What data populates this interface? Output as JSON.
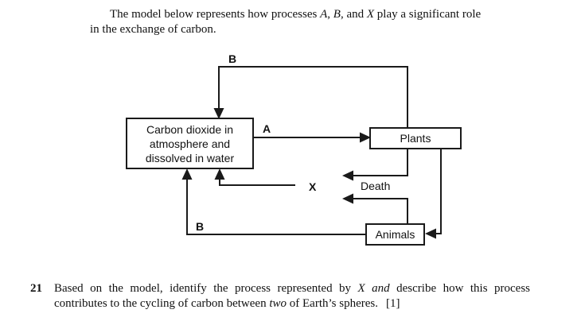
{
  "colors": {
    "ink": "#111111",
    "paper": "#ffffff"
  },
  "intro": {
    "line1_seg1": "The model below represents how processes ",
    "line1_seg2": "A",
    "line1_seg3": ", ",
    "line1_seg4": "B",
    "line1_seg5": ", and ",
    "line1_seg6": "X",
    "line1_seg7": " play a significant role",
    "line2": "in the exchange of carbon."
  },
  "diagram": {
    "boxes": {
      "co2": "Carbon dioxide in atmosphere and dissolved in water",
      "plants": "Plants",
      "animals": "Animals"
    },
    "labels": {
      "a": "A",
      "b_top": "B",
      "b_bottom": "B",
      "x": "X",
      "death": "Death"
    }
  },
  "question": {
    "number": "21",
    "line1_seg1": "Based on the model, identify the process represented by ",
    "line1_seg2": "X and",
    "line1_seg3": " describe how this process",
    "line2_seg1": "contributes to the cycling of carbon between ",
    "line2_seg2": "two",
    "line2_seg3": " of Earth’s spheres.",
    "marks": "[1]"
  }
}
